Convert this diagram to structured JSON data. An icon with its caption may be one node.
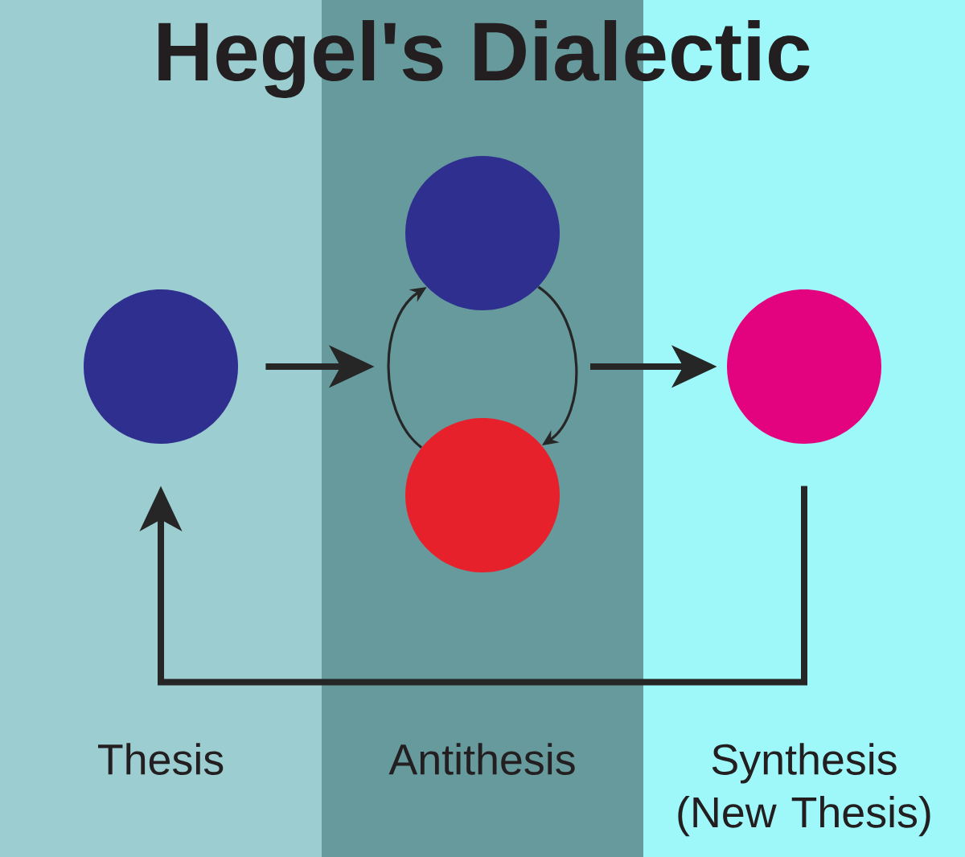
{
  "diagram": {
    "title": "Hegel's Dialectic",
    "nodes": [
      {
        "text": [
          "Thesis"
        ]
      },
      {
        "text": [],
        "shape": "circle",
        "in": 0
      },
      {
        "text": [
          "Antithesis"
        ]
      },
      {
        "text": [],
        "shape": "circle",
        "in": 2
      },
      {
        "text": [],
        "shape": "circle",
        "in": 2
      },
      {
        "text": [
          "Synthesis (New Thesis)"
        ]
      },
      {
        "text": [],
        "shape": "circle",
        "in": 5
      }
    ],
    "edges": [
      {
        "from": 1,
        "to": 2,
        "arrow": "to"
      },
      {
        "from": 4,
        "to": 3,
        "arrow": "to"
      },
      {
        "from": 3,
        "to": 4,
        "arrow": "to"
      },
      {
        "from": null,
        "to": 6,
        "arrow": "to"
      },
      {
        "from": 6,
        "to": 1,
        "arrow": "to"
      }
    ]
  }
}
